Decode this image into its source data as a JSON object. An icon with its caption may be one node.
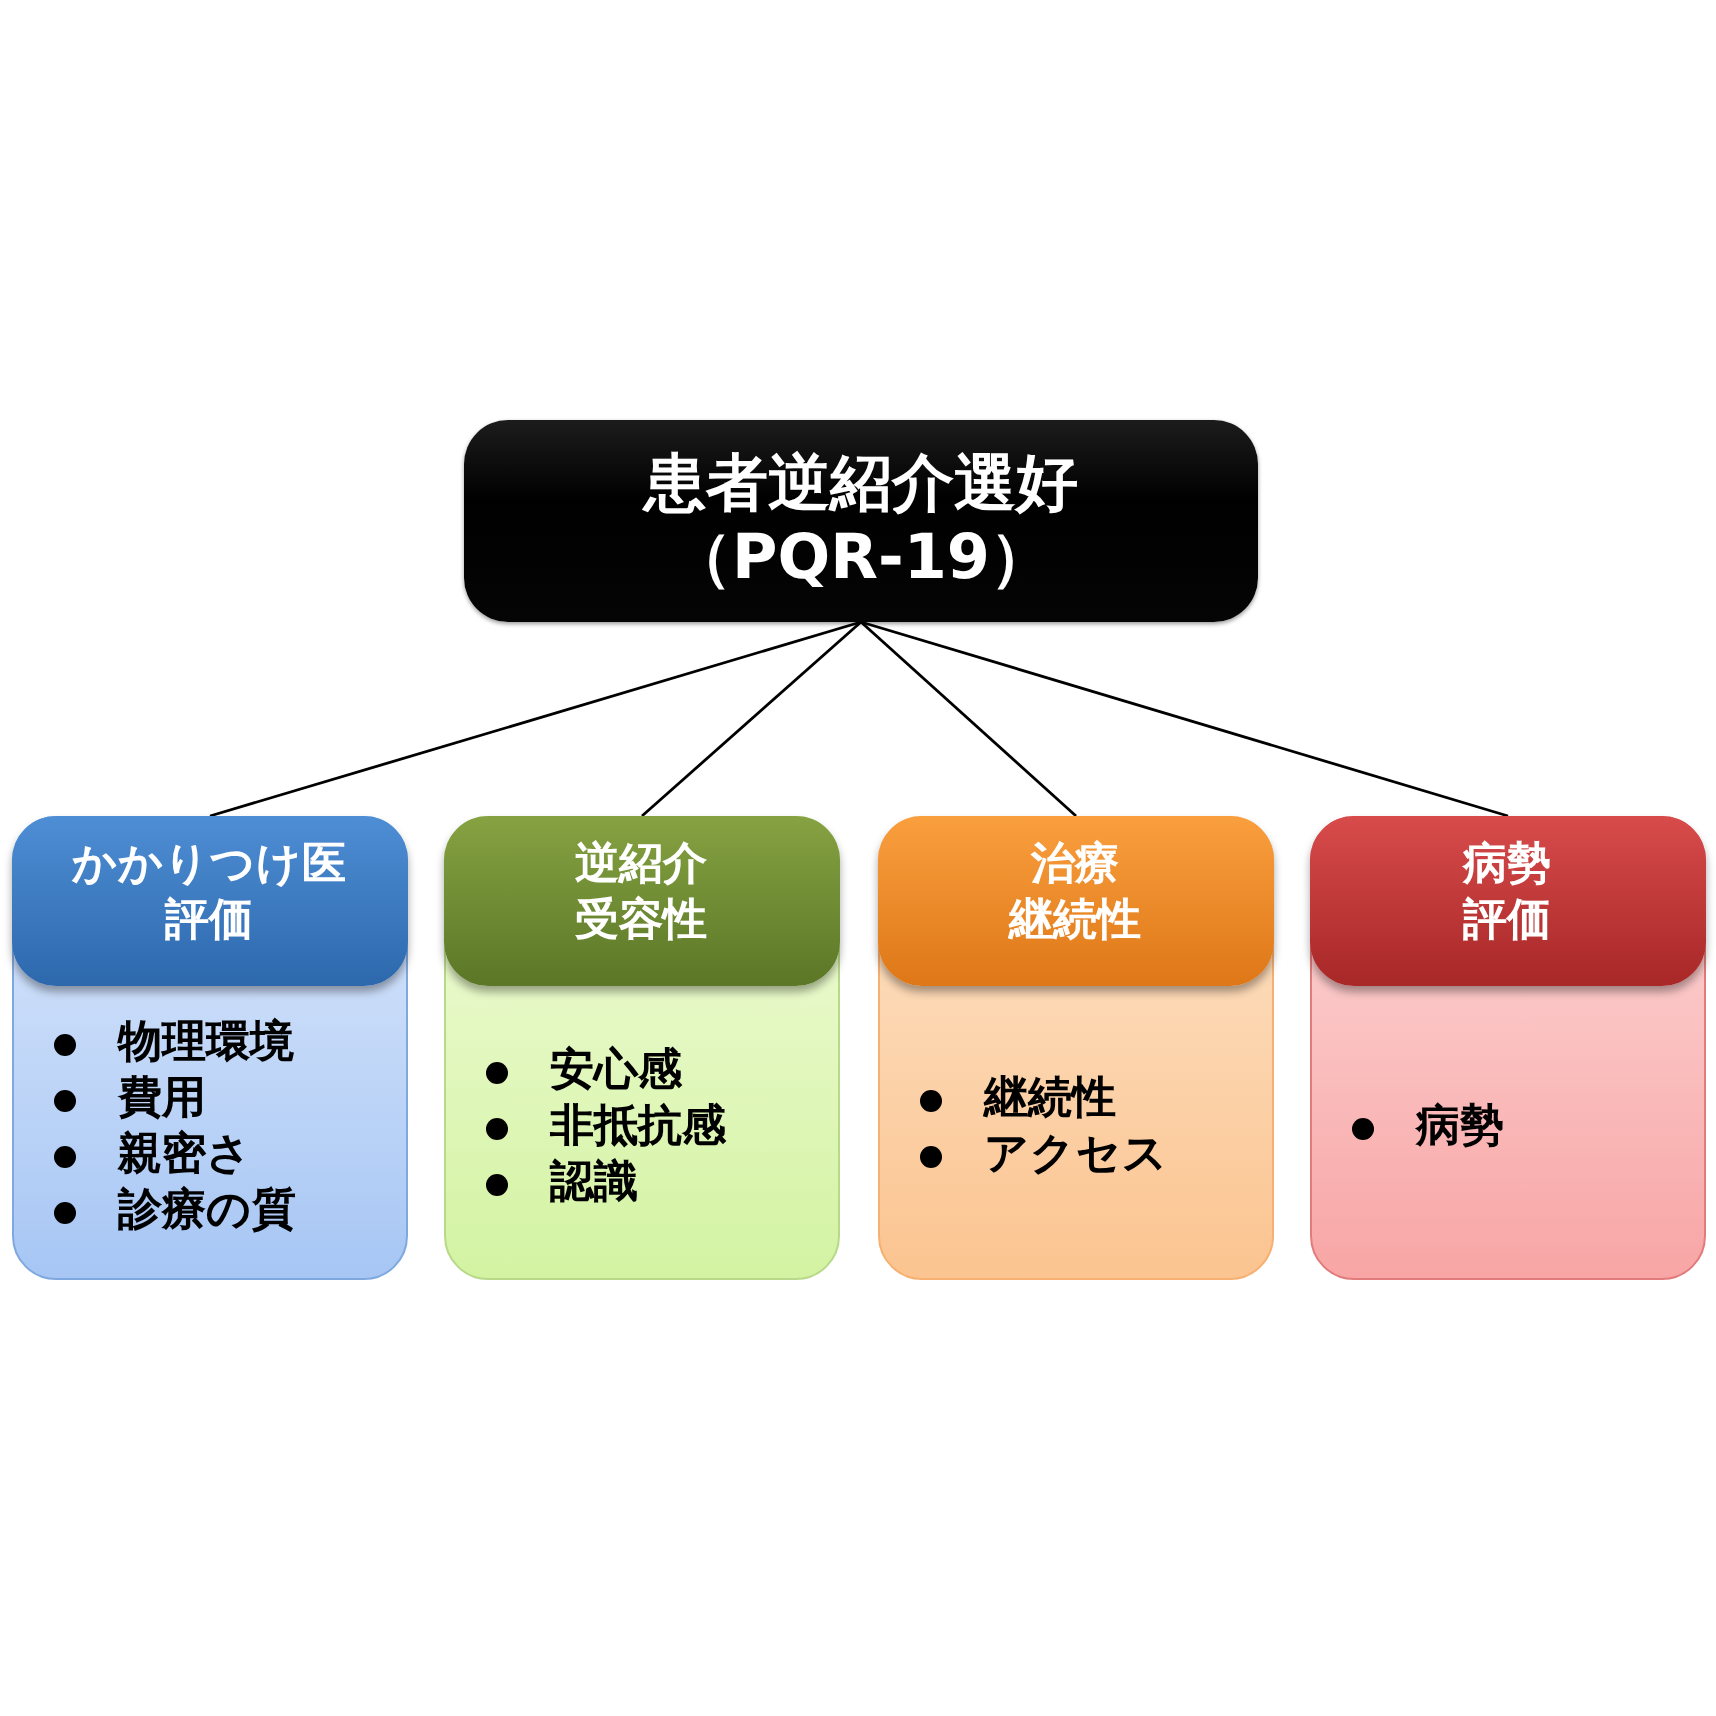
{
  "diagram": {
    "nodes": [
      {
        "text": [
          "患者逆紹介選好（PQR-19）"
        ]
      },
      {
        "text": [
          "物理環境",
          "費用",
          "親密さ",
          "診療の質"
        ]
      },
      {
        "text": [
          "かかりつけ医評価"
        ],
        "in": 1
      },
      {
        "text": [
          "安心感",
          "非抵抗感",
          "認識"
        ]
      },
      {
        "text": [
          "逆紹介受容性"
        ],
        "in": 3
      },
      {
        "text": [
          "継続性",
          "アクセス"
        ]
      },
      {
        "text": [
          "治療継続性"
        ],
        "in": 5
      },
      {
        "text": [
          "病勢"
        ]
      },
      {
        "text": [
          "病勢評価"
        ],
        "in": 7
      }
    ],
    "edges": [
      {
        "from": 0,
        "to": 1,
        "arrow": "none"
      },
      {
        "from": 0,
        "to": 3,
        "arrow": "none"
      },
      {
        "from": 0,
        "to": 5,
        "arrow": "none"
      },
      {
        "from": 0,
        "to": 7,
        "arrow": "none"
      }
    ]
  }
}
